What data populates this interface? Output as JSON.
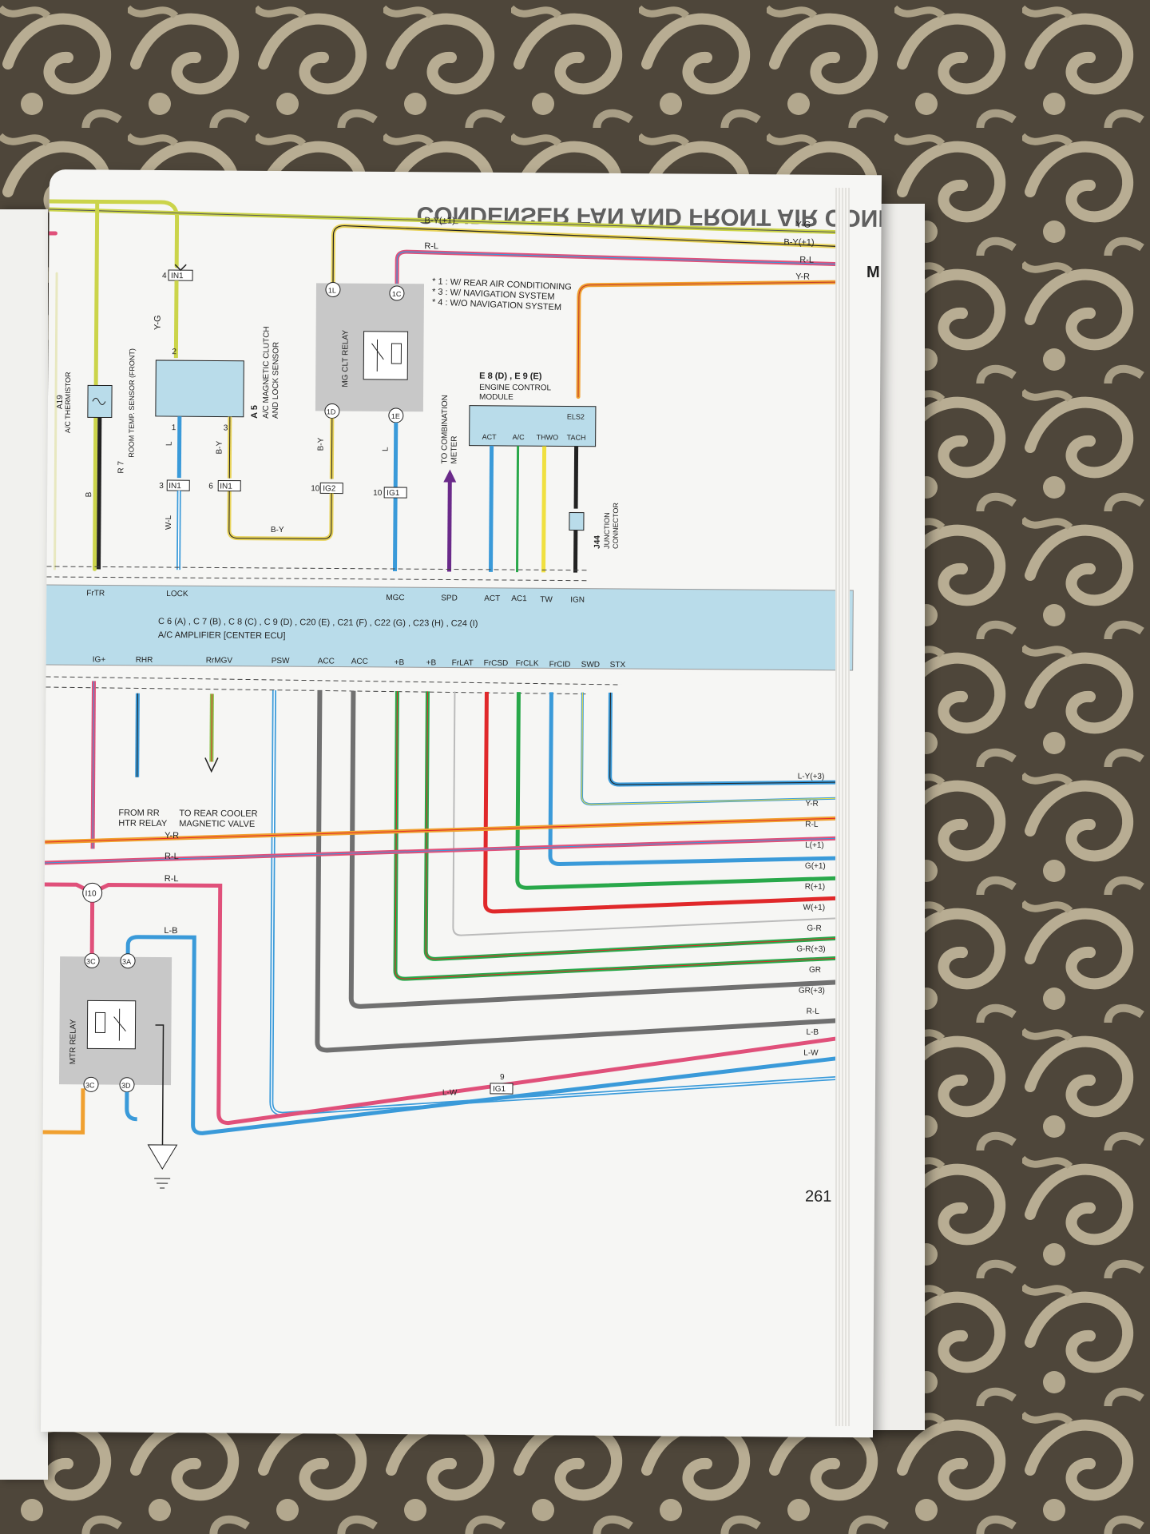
{
  "page": {
    "header_mirrored": "CONDENSER FAN AND FRONT AIR CONDITIONING",
    "page_number": "261",
    "margin_tab": "M"
  },
  "notes": [
    "* 1 : W/ REAR AIR CONDITIONING",
    "* 3 : W/ NAVIGATION SYSTEM",
    "* 4 : W/O NAVIGATION SYSTEM"
  ],
  "components": {
    "mg_clt_relay": "MG CLT RELAY",
    "a5_code": "A 5",
    "a5_name_1": "A/C MAGNETIC CLUTCH",
    "a5_name_2": "AND LOCK SENSOR",
    "r7_code": "R 7",
    "r7_name": "ROOM TEMP. SENSOR (FRONT)",
    "a19_code": "A19",
    "a19_name": "A/C THERMISTOR",
    "ecm_codes": "E 8 (D) , E 9 (E)",
    "ecm_name_1": "ENGINE CONTROL",
    "ecm_name_2": "MODULE",
    "j44_code": "J44",
    "j44_name_1": "JUNCTION",
    "j44_name_2": "CONNECTOR",
    "combo_meter_1": "TO COMBINATION",
    "combo_meter_2": "METER",
    "amp_connectors": "C 6 (A) ,  C 7 (B) ,  C 8 (C) ,  C 9 (D) ,  C20 (E) ,  C21 (F) ,  C22 (G) ,  C23 (H) ,  C24 (I)",
    "amp_name": "A/C AMPLIFIER [CENTER ECU]",
    "mtr_relay": "MTR RELAY",
    "from_rr_1": "FROM RR",
    "from_rr_2": "HTR RELAY",
    "to_rear_1": "TO REAR COOLER",
    "to_rear_2": "MAGNETIC VALVE",
    "i10": "I10"
  },
  "ecm_pins": [
    "ACT",
    "A/C",
    "THWO",
    "TACH",
    "ELS2"
  ],
  "amp_top_pins": [
    "FrTR",
    "LOCK",
    "MGC",
    "SPD",
    "ACT",
    "AC1",
    "TW",
    "IGN"
  ],
  "amp_bottom_pins": [
    "IG+",
    "RHR",
    "RrMGV",
    "PSW",
    "ACC",
    "ACC",
    "+B",
    "+B",
    "FrLAT",
    "FrCSD",
    "FrCLK",
    "FrCID",
    "SWD",
    "STX"
  ],
  "top_right_wires": [
    "Y-G",
    "B-Y(+1)",
    "R-L",
    "Y-R"
  ],
  "right_wires": [
    "L-Y(+3)",
    "Y-R",
    "R-L",
    "L(+1)",
    "G(+1)",
    "R(+1)",
    "W(+1)",
    "G-R",
    "G-R(+3)",
    "GR",
    "GR(+3)",
    "R-L",
    "L-B",
    "L-W"
  ],
  "connectors": {
    "in1_a": "IN1",
    "in1_b": "IN1",
    "in1_c": "IN1",
    "ig2": "IG2",
    "ig1_a": "IG1",
    "ig1_b": "IG1"
  },
  "colors": {
    "yellow_green": "#cbd44a",
    "black_yellow": "#e8d35a",
    "pink": "#e0507a",
    "orange": "#f0a030",
    "blue": "#3a9ad9",
    "purple": "#6a2a8a",
    "green": "#29a84a",
    "red": "#e0282a",
    "gray": "#707070",
    "box_blue": "#b9dcea",
    "relay_gray": "#c8c8c8"
  }
}
